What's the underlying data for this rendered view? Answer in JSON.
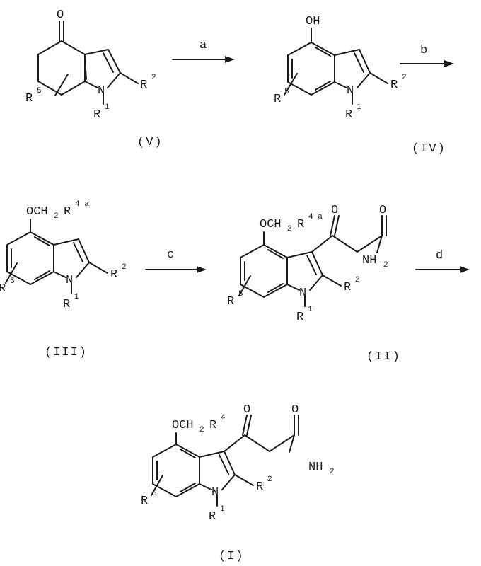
{
  "compounds": {
    "V": {
      "label": "(V)"
    },
    "IV": {
      "label": "(IV)"
    },
    "III": {
      "label": "(III)"
    },
    "II": {
      "label": "(II)"
    },
    "I": {
      "label": "(I)"
    }
  },
  "steps": [
    "a",
    "b",
    "c",
    "d"
  ],
  "atoms": {
    "O": "O",
    "OH": "OH",
    "N": "N",
    "R": "R",
    "OCH": "OCH",
    "NH": "NH"
  },
  "sub": {
    "two": "2"
  },
  "sup": {
    "one": "1",
    "two": "2",
    "four": "4",
    "five": "5",
    "four_a": "4 a"
  }
}
